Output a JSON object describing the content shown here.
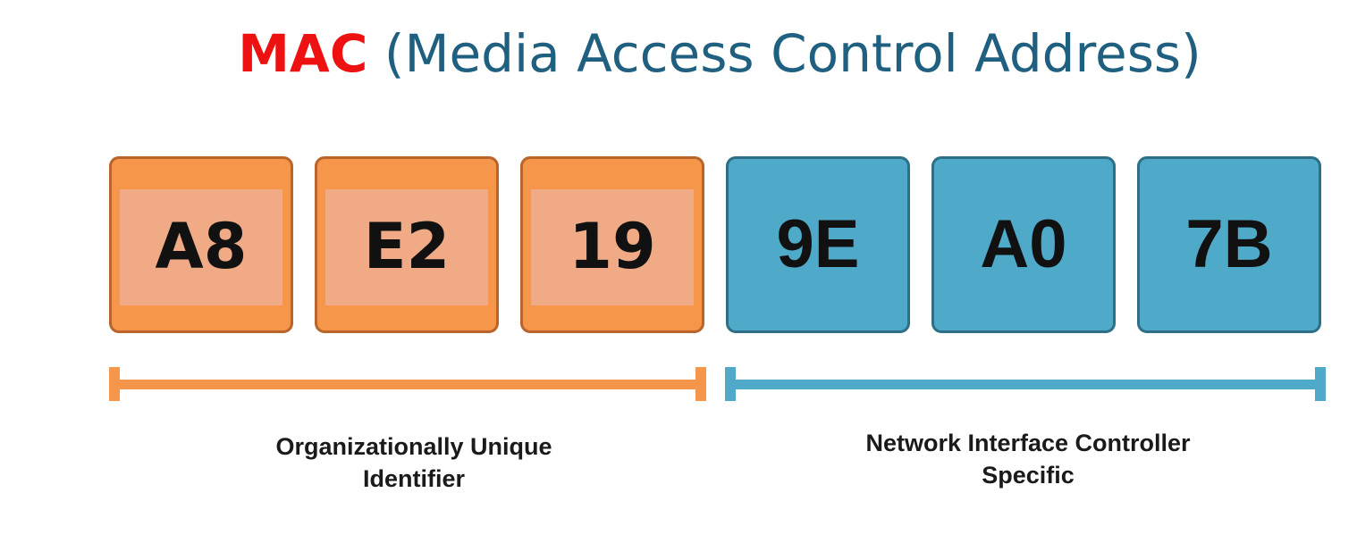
{
  "title": {
    "acronym": "MAC",
    "expansion": "(Media Access Control Address)"
  },
  "octets": [
    {
      "value": "A8",
      "group": "oui"
    },
    {
      "value": "E2",
      "group": "oui"
    },
    {
      "value": "19",
      "group": "oui"
    },
    {
      "value": "9E",
      "group": "nic"
    },
    {
      "value": "A0",
      "group": "nic"
    },
    {
      "value": "7B",
      "group": "nic"
    }
  ],
  "groups": {
    "oui": {
      "label_line1": "Organizationally Unique",
      "label_line2": "Identifier",
      "color": "#f5964a"
    },
    "nic": {
      "label_line1": "Network Interface Controller",
      "label_line2": "Specific",
      "color": "#4eaac8"
    }
  },
  "colors": {
    "acronym": "#ee1111",
    "expansion": "#1f5f80"
  }
}
